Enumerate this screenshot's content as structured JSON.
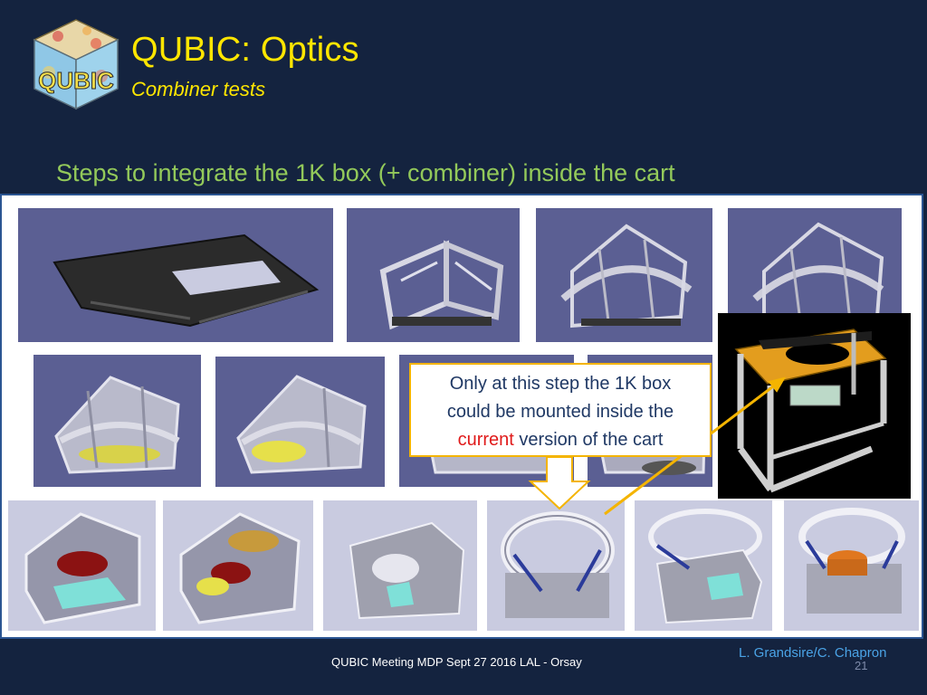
{
  "slide": {
    "logo_text": "QUBIC",
    "title": "QUBIC: Optics",
    "subtitle": "Combiner tests",
    "heading": "Steps to integrate the 1K box (+ combiner) inside the cart",
    "callout": {
      "line1": "Only at this step the 1K box",
      "line2": "could be mounted inside the",
      "highlight": "current",
      "line3_rest": " version of the cart"
    },
    "footer": {
      "meeting": "QUBIC Meeting MDP Sept 27 2016 LAL - Orsay",
      "authors": "L. Grandsire/C. Chapron",
      "page": "21"
    }
  },
  "colors": {
    "background": "#14233f",
    "title": "#ffe600",
    "heading": "#93c95a",
    "callout_border": "#f4b400",
    "callout_highlight": "#e01a1a",
    "authors": "#4aa3e6"
  }
}
